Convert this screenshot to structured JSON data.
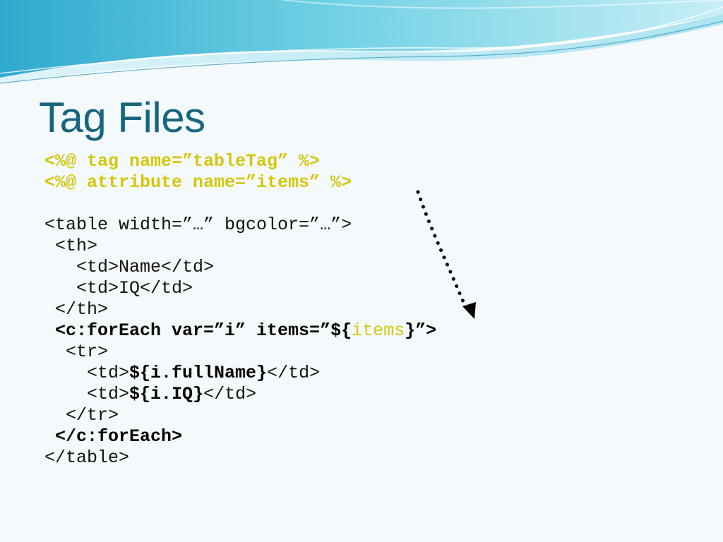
{
  "slide": {
    "title": "Tag Files"
  },
  "code": {
    "line1": "<%@ tag name=”tableTag” %>",
    "line2": "<%@ attribute name=”items” %>",
    "line3": "",
    "line4": "<table width=”…” bgcolor=”…”>",
    "line5": " <th>",
    "line6": "   <td>Name</td>",
    "line7": "   <td>IQ</td>",
    "line8": " </th>",
    "line9_prefix": " <c:forEach var=”i” items=”${",
    "line9_var": "items",
    "line9_suffix": "}”>",
    "line10": "  <tr>",
    "line11_indent": "    ",
    "line11_open": "<td>",
    "line11_expr": "${i.fullName}",
    "line11_close": "</td>",
    "line12_indent": "    ",
    "line12_open": "<td>",
    "line12_expr": "${i.IQ}",
    "line12_close": "</td>",
    "line13": "  </tr>",
    "line14": " </c:forEach>",
    "line15": "</table>"
  },
  "colors": {
    "title": "#17657e",
    "directive": "#d4c70a",
    "wave_light": "#bfe8f2",
    "wave_mid": "#4fc3dc",
    "wave_dark": "#1f8fb5"
  },
  "icons": {
    "reference_arrow": "dotted-arrow-icon"
  }
}
